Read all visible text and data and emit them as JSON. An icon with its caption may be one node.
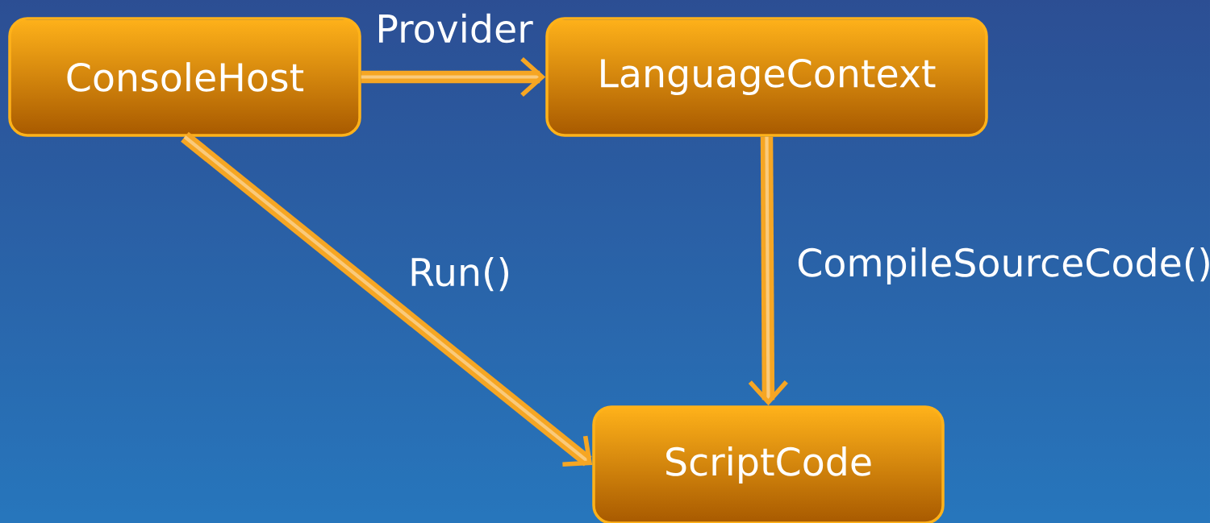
{
  "diagram": {
    "nodes": [
      {
        "text": [
          "ConsoleHost"
        ]
      },
      {
        "text": [
          "LanguageContext"
        ]
      },
      {
        "text": [
          "ScriptCode"
        ]
      }
    ],
    "edges": [
      {
        "from": 0,
        "to": 1,
        "arrow": "to",
        "label": "Provider"
      },
      {
        "from": 0,
        "to": 2,
        "arrow": "to",
        "label": "Run()"
      },
      {
        "from": 1,
        "to": 2,
        "arrow": "to",
        "label": "CompileSourceCode()"
      }
    ]
  }
}
